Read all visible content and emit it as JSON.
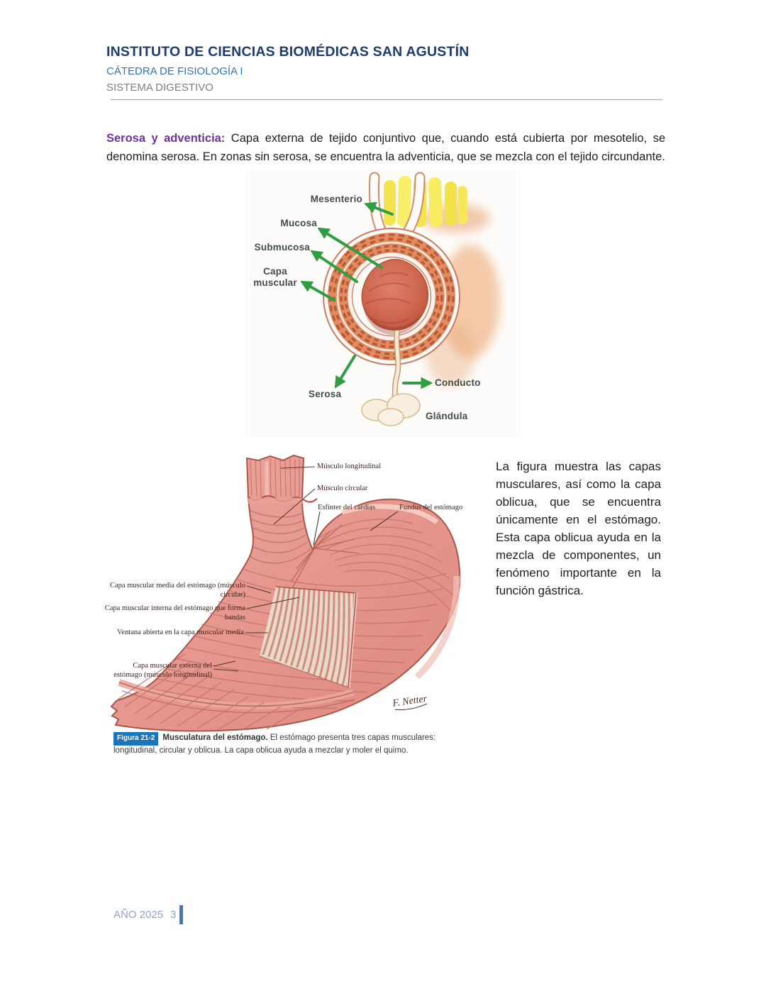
{
  "colors": {
    "title-navy": "#1f3c6e",
    "subtitle-blue": "#2e74b5",
    "section-gray": "#7f7f7f",
    "lead-purple": "#7030a0",
    "body-text": "#212121",
    "arrow-green": "#2f9e41",
    "fig1-label": "#414f47",
    "fig2-label": "#3f2620",
    "caption-badge": "#1b75bc",
    "footer-text": "#8fa5c6",
    "footer-bar": "#4577bd"
  },
  "header": {
    "title": "INSTITUTO DE CIENCIAS BIOMÉDICAS SAN AGUSTÍN",
    "subtitle": "CÁTEDRA DE FISIOLOGÍA I",
    "section": "SISTEMA DIGESTIVO"
  },
  "intro": {
    "lead": "Serosa y adventicia:",
    "body": "Capa externa de tejido conjuntivo que, cuando está cubierta por mesotelio, se denomina serosa. En zonas sin serosa, se encuentra la adventicia, que se mezcla con el tejido circundante."
  },
  "figure1": {
    "labels": {
      "mesenterio": "Mesenterio",
      "mucosa": "Mucosa",
      "submucosa": "Submucosa",
      "capa_muscular": "Capa muscular",
      "serosa": "Serosa",
      "conducto": "Conducto",
      "glandula": "Glándula"
    }
  },
  "figure2": {
    "labels": {
      "musculo_longitudinal": "Músculo longitudinal",
      "musculo_circular": "Músculo circular",
      "esfinter_cardias": "Esfínter del cardias",
      "fundus": "Fundus del estómago",
      "capa_media": "Capa muscular media del estómago (músculo circular)",
      "capa_interna": "Capa muscular interna del estómago que forma bandas",
      "ventana": "Ventana abierta en la capa muscular media",
      "capa_externa": "Capa muscular externa del estómago (músculo longitudinal)",
      "firma": "F. Netter"
    },
    "caption": {
      "badge": "Figura 21-2",
      "title": "Musculatura del estómago.",
      "text": "El estómago presenta tres capas musculares: longitudinal, circular y oblicua. La capa oblicua ayuda a mezclar y moler el quimo."
    }
  },
  "side_text": "La figura muestra las capas musculares, así como la capa oblicua, que se encuentra únicamente en el estómago. Esta capa oblicua ayuda en la mezcla de componentes, un fenómeno importante en la función gástrica.",
  "footer": {
    "year_label": "AÑO 2025",
    "page_number": "3"
  }
}
